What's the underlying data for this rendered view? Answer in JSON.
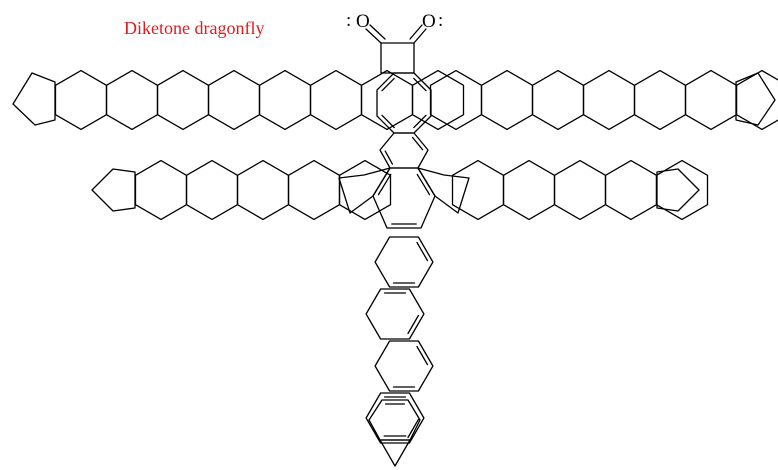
{
  "title": "Diketone dragonfly",
  "title_color": "#e41a1c",
  "line_color": "#000000",
  "atoms": {
    "oxygen_left": "O",
    "oxygen_right": "O"
  },
  "lone_pair_glyph": ":"
}
